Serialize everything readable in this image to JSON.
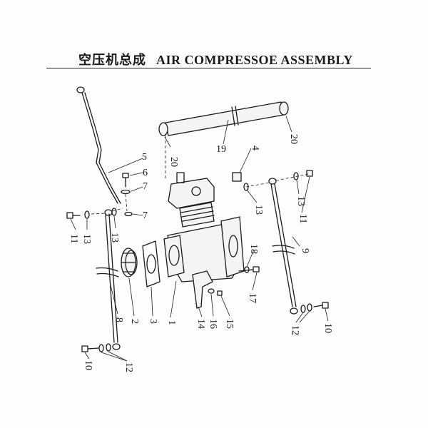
{
  "header": {
    "title_zh": "空压机总成",
    "title_en": "AIR COMPRESSOE ASSEMBLY"
  },
  "callouts": {
    "c1": "1",
    "c2": "2",
    "c3": "3",
    "c4": "4",
    "c5": "5",
    "c6": "6",
    "c7a": "7",
    "c7b": "7",
    "c8": "8",
    "c9": "9",
    "c10a": "10",
    "c10b": "10",
    "c11a": "11",
    "c11b": "11",
    "c12a": "12",
    "c12b": "12",
    "c13a": "13",
    "c13b": "13",
    "c13c": "13",
    "c13d": "13",
    "c14": "14",
    "c15": "15",
    "c16": "16",
    "c17": "17",
    "c18": "18",
    "c19": "19",
    "c20a": "20",
    "c20b": "20"
  }
}
